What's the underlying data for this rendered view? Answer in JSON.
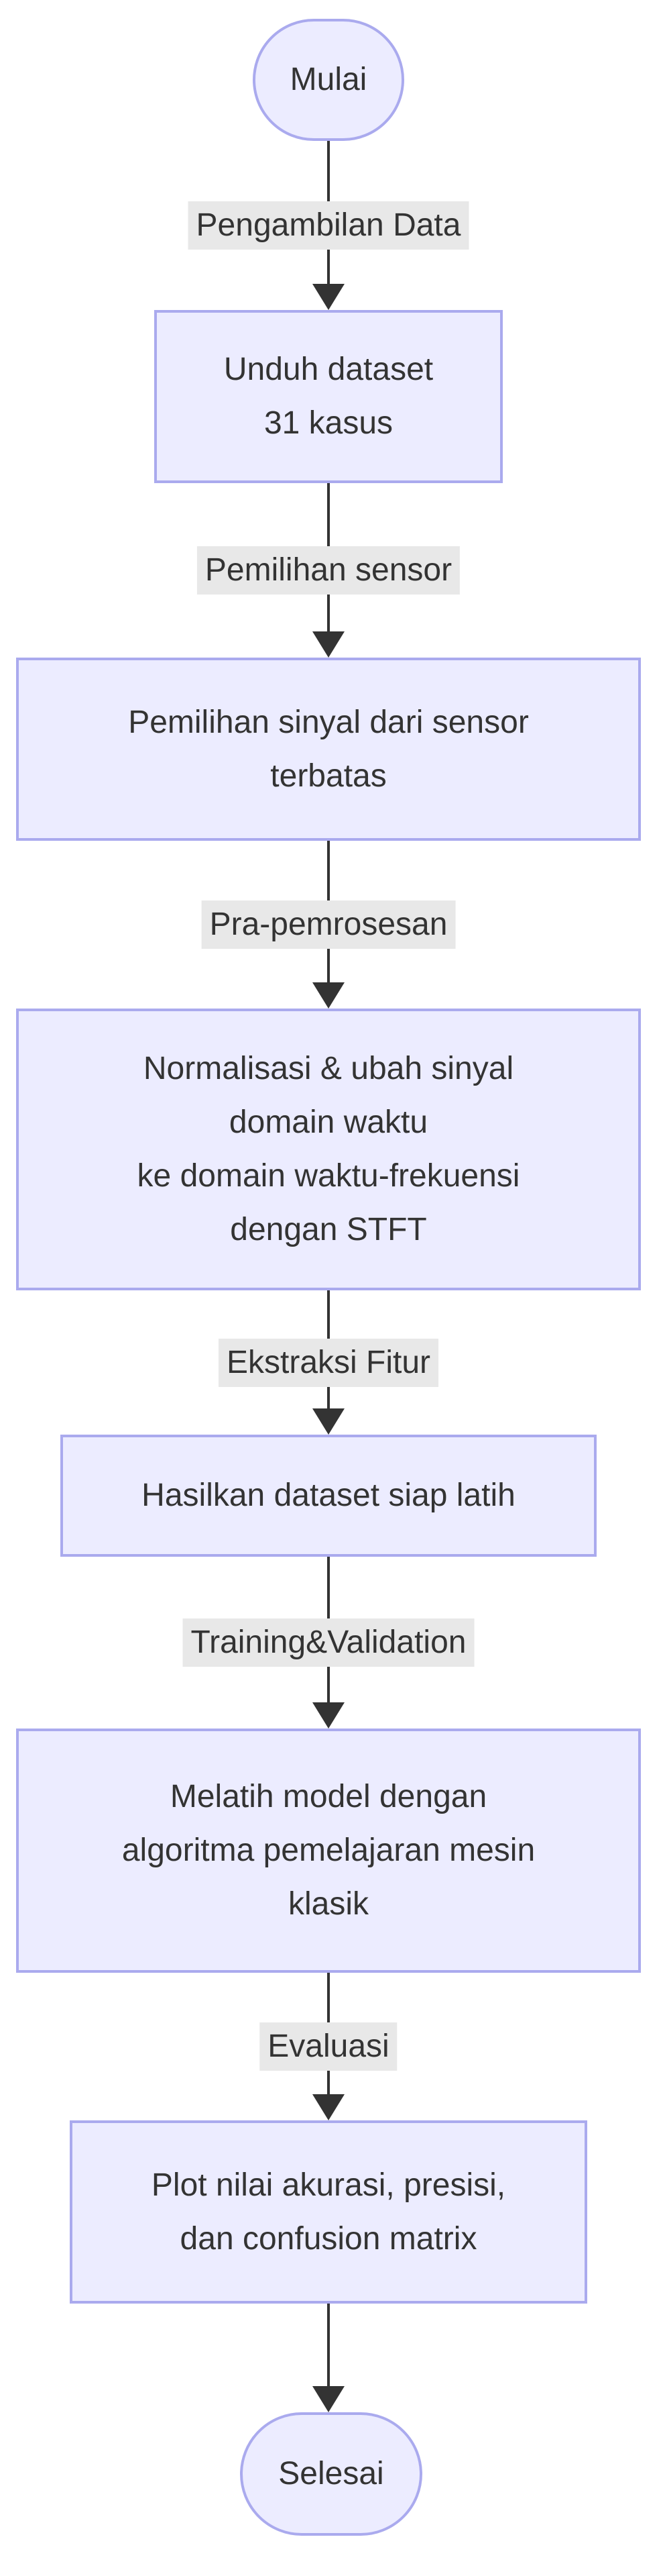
{
  "flowchart": {
    "type": "flowchart",
    "direction": "top-down",
    "style": {
      "node_fill": "#ECECFF",
      "node_border": "#AAAAEE",
      "text_color": "#333333",
      "edge_color": "#333333",
      "edge_label_bg": "#E8E8E8",
      "background": "#FFFFFF"
    },
    "nodes": [
      {
        "id": "mulai",
        "shape": "stadium",
        "lines": [
          "Mulai"
        ]
      },
      {
        "id": "unduh-dataset",
        "shape": "rect",
        "lines": [
          "Unduh dataset",
          "31 kasus"
        ]
      },
      {
        "id": "pemilihan-sinyal",
        "shape": "rect",
        "lines": [
          "Pemilihan sinyal dari sensor",
          "terbatas"
        ]
      },
      {
        "id": "normalisasi-stft",
        "shape": "rect",
        "lines": [
          "Normalisasi & ubah sinyal",
          "domain waktu",
          "ke domain waktu-frekuensi",
          "dengan STFT"
        ]
      },
      {
        "id": "hasilkan-dataset",
        "shape": "rect",
        "lines": [
          "Hasilkan dataset siap latih"
        ]
      },
      {
        "id": "melatih-model",
        "shape": "rect",
        "lines": [
          "Melatih model dengan",
          "algoritma pemelajaran mesin",
          "klasik"
        ]
      },
      {
        "id": "plot-evaluasi",
        "shape": "rect",
        "lines": [
          "Plot nilai akurasi, presisi,",
          "dan confusion matrix"
        ]
      },
      {
        "id": "selesai",
        "shape": "stadium",
        "lines": [
          "Selesai"
        ]
      }
    ],
    "edges": [
      {
        "from": "mulai",
        "to": "unduh-dataset",
        "label": "Pengambilan Data"
      },
      {
        "from": "unduh-dataset",
        "to": "pemilihan-sinyal",
        "label": "Pemilihan sensor"
      },
      {
        "from": "pemilihan-sinyal",
        "to": "normalisasi-stft",
        "label": "Pra-pemrosesan"
      },
      {
        "from": "normalisasi-stft",
        "to": "hasilkan-dataset",
        "label": "Ekstraksi Fitur"
      },
      {
        "from": "hasilkan-dataset",
        "to": "melatih-model",
        "label": "Training&Validation"
      },
      {
        "from": "melatih-model",
        "to": "plot-evaluasi",
        "label": "Evaluasi"
      },
      {
        "from": "plot-evaluasi",
        "to": "selesai",
        "label": ""
      }
    ]
  }
}
